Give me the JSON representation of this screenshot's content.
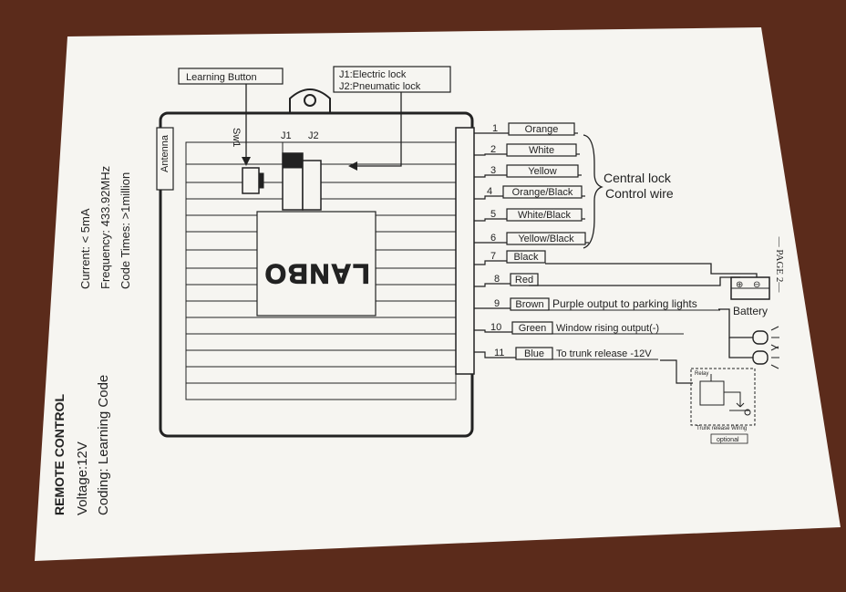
{
  "labels": {
    "learning_button": "Learning Button",
    "j1": "J1:Electric lock",
    "j2": "J2:Pneumatic lock",
    "sw1": "Sw1",
    "jumper_j1": "J1",
    "jumper_j2": "J2",
    "antenna": "Antenna",
    "brand": "LANBO",
    "central_lock_line1": "Central lock",
    "central_lock_line2": "Control wire",
    "battery": "Battery",
    "page": "— PAGE 2—",
    "relay": "Relay",
    "trunk_release_wiring": "Trunk release Wiring",
    "optional": "optional",
    "battery_pos": "⊕",
    "battery_neg": "⊖"
  },
  "specs": {
    "title": "REMOTE CONTROL",
    "voltage": "Voltage:12V",
    "coding": "Coding: Learning Code",
    "current": "Current: < 5mA",
    "frequency": "Frequency: 433.92MHz",
    "code_times": "Code Times: >1million"
  },
  "wires": [
    {
      "num": "1",
      "color": "Orange",
      "desc": ""
    },
    {
      "num": "2",
      "color": "White",
      "desc": ""
    },
    {
      "num": "3",
      "color": "Yellow",
      "desc": ""
    },
    {
      "num": "4",
      "color": "Orange/Black",
      "desc": ""
    },
    {
      "num": "5",
      "color": "White/Black",
      "desc": ""
    },
    {
      "num": "6",
      "color": "Yellow/Black",
      "desc": ""
    },
    {
      "num": "7",
      "color": "Black",
      "desc": ""
    },
    {
      "num": "8",
      "color": "Red",
      "desc": ""
    },
    {
      "num": "9",
      "color": "Brown",
      "desc": "Purple output to parking lights"
    },
    {
      "num": "10",
      "color": "Green",
      "desc": "Window rising output(-)"
    },
    {
      "num": "11",
      "color": "Blue",
      "desc": "To trunk release -12V"
    }
  ],
  "colors": {
    "background": "#5a2a1a",
    "paper": "#f6f5f1",
    "ink": "#222222"
  }
}
